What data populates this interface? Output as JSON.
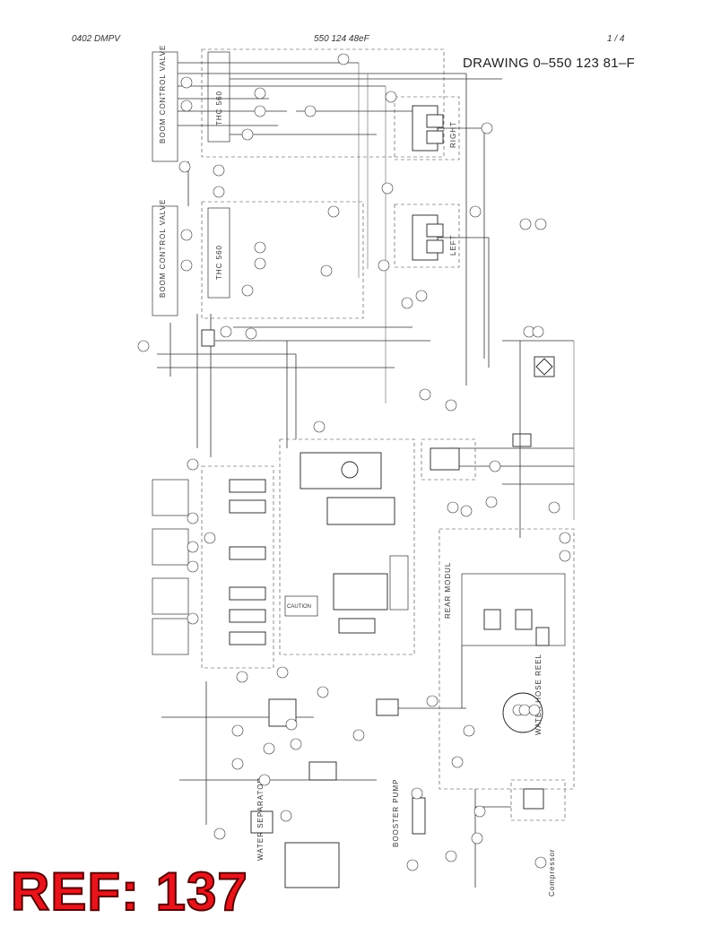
{
  "header": {
    "left": "0402 DMPV",
    "center": "550 124 48eF",
    "right": "1 /   4"
  },
  "drawing_title": "DRAWING 0–550 123 81–F",
  "ref_label": "REF: 137",
  "blocks": {
    "upper_boom_control_valve": "BOOM CONTROL VALVE",
    "upper_thc": "THC 560",
    "lower_boom_control_valve": "BOOM CONTROL VALVE",
    "lower_thc": "THC 560",
    "right_label": "RIGHT",
    "left_label": "LEFT",
    "rear_module": "REAR MODUL",
    "caution": "CAUTION",
    "water_separator": "WATER SEPARATOR",
    "water_hose_reel": "WATER HOSE REEL",
    "compressor": "Compressor",
    "booster_label": "BOOSTER PUMP"
  },
  "colors": {
    "line": "#333333",
    "ref_fill": "#e8141c",
    "ref_stroke": "#5a0000"
  }
}
